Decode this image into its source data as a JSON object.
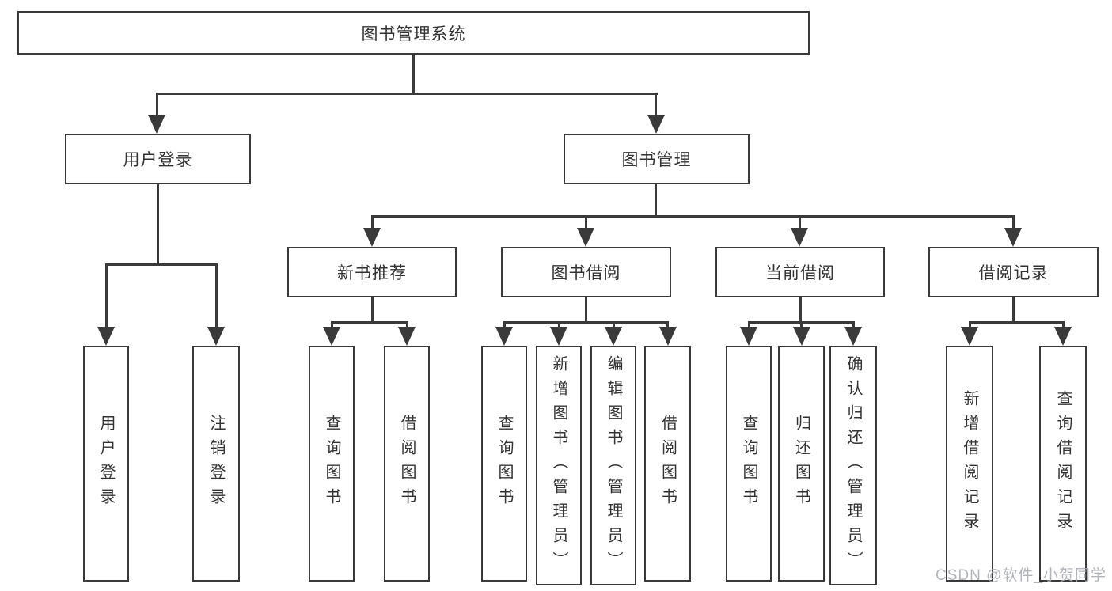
{
  "diagram": {
    "root": {
      "label": "图书管理系统"
    },
    "branches": [
      {
        "label": "用户登录",
        "children": [
          {
            "label": "用户登录"
          },
          {
            "label": "注销登录"
          }
        ]
      },
      {
        "label": "图书管理",
        "children": [
          {
            "label": "新书推荐",
            "children": [
              {
                "label": "查询图书"
              },
              {
                "label": "借阅图书"
              }
            ]
          },
          {
            "label": "图书借阅",
            "children": [
              {
                "label": "查询图书"
              },
              {
                "label": "新增图书（管理员）"
              },
              {
                "label": "编辑图书（管理员）"
              },
              {
                "label": "借阅图书"
              }
            ]
          },
          {
            "label": "当前借阅",
            "children": [
              {
                "label": "查询图书"
              },
              {
                "label": "归还图书"
              },
              {
                "label": "确认归还（管理员）"
              }
            ]
          },
          {
            "label": "借阅记录",
            "children": [
              {
                "label": "新增借阅记录"
              },
              {
                "label": "查询借阅记录"
              }
            ]
          }
        ]
      }
    ]
  },
  "watermark": {
    "text": "CSDN @软件_小贺同学"
  },
  "colors": {
    "line": "#3a3a3a",
    "text": "#333333",
    "watermark": "#a9adb3"
  }
}
